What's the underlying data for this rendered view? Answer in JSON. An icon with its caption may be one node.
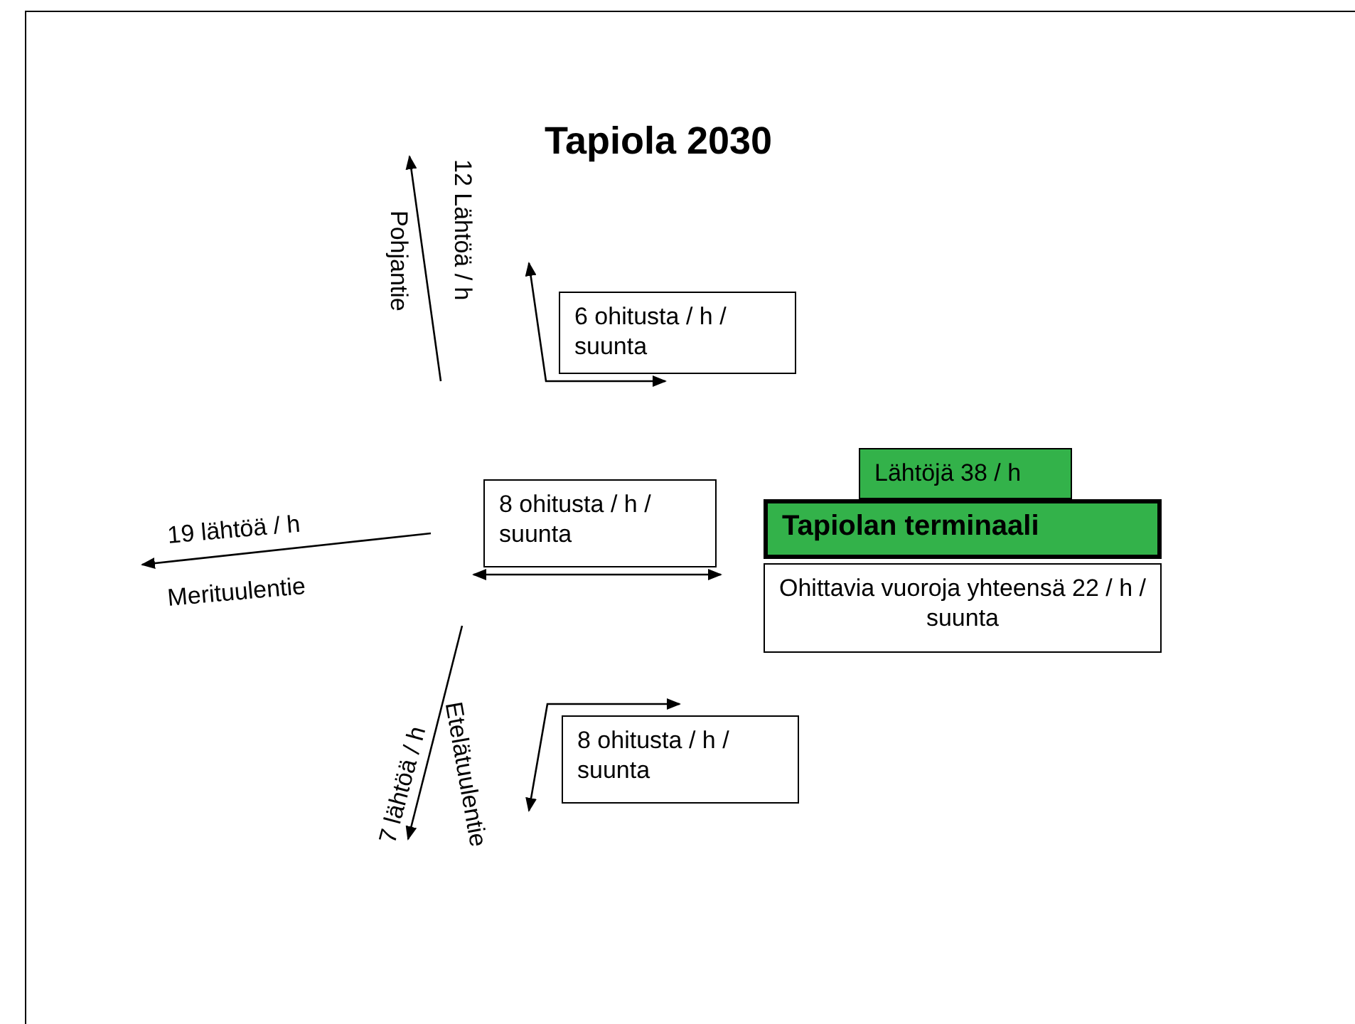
{
  "diagram": {
    "title": "Tapiola 2030",
    "nodes": [
      {
        "text": [
          "6 ohitusta / h / suunta"
        ]
      },
      {
        "text": [
          "Lähtöjä 38 / h"
        ]
      },
      {
        "text": [
          "8 ohitusta / h / suunta"
        ]
      },
      {
        "text": [
          "Tapiolan terminaali"
        ]
      },
      {
        "text": [
          "Ohittavia vuoroja yhteensä 22 / h / suunta"
        ]
      },
      {
        "text": [
          "8 ohitusta / h / suunta"
        ]
      }
    ],
    "labels": [
      "12 Lähtöä / h",
      "Pohjantie",
      "19 lähtöä / h",
      "Merituulentie",
      "7 lähtöä / h",
      "Etelätuulentie"
    ]
  }
}
